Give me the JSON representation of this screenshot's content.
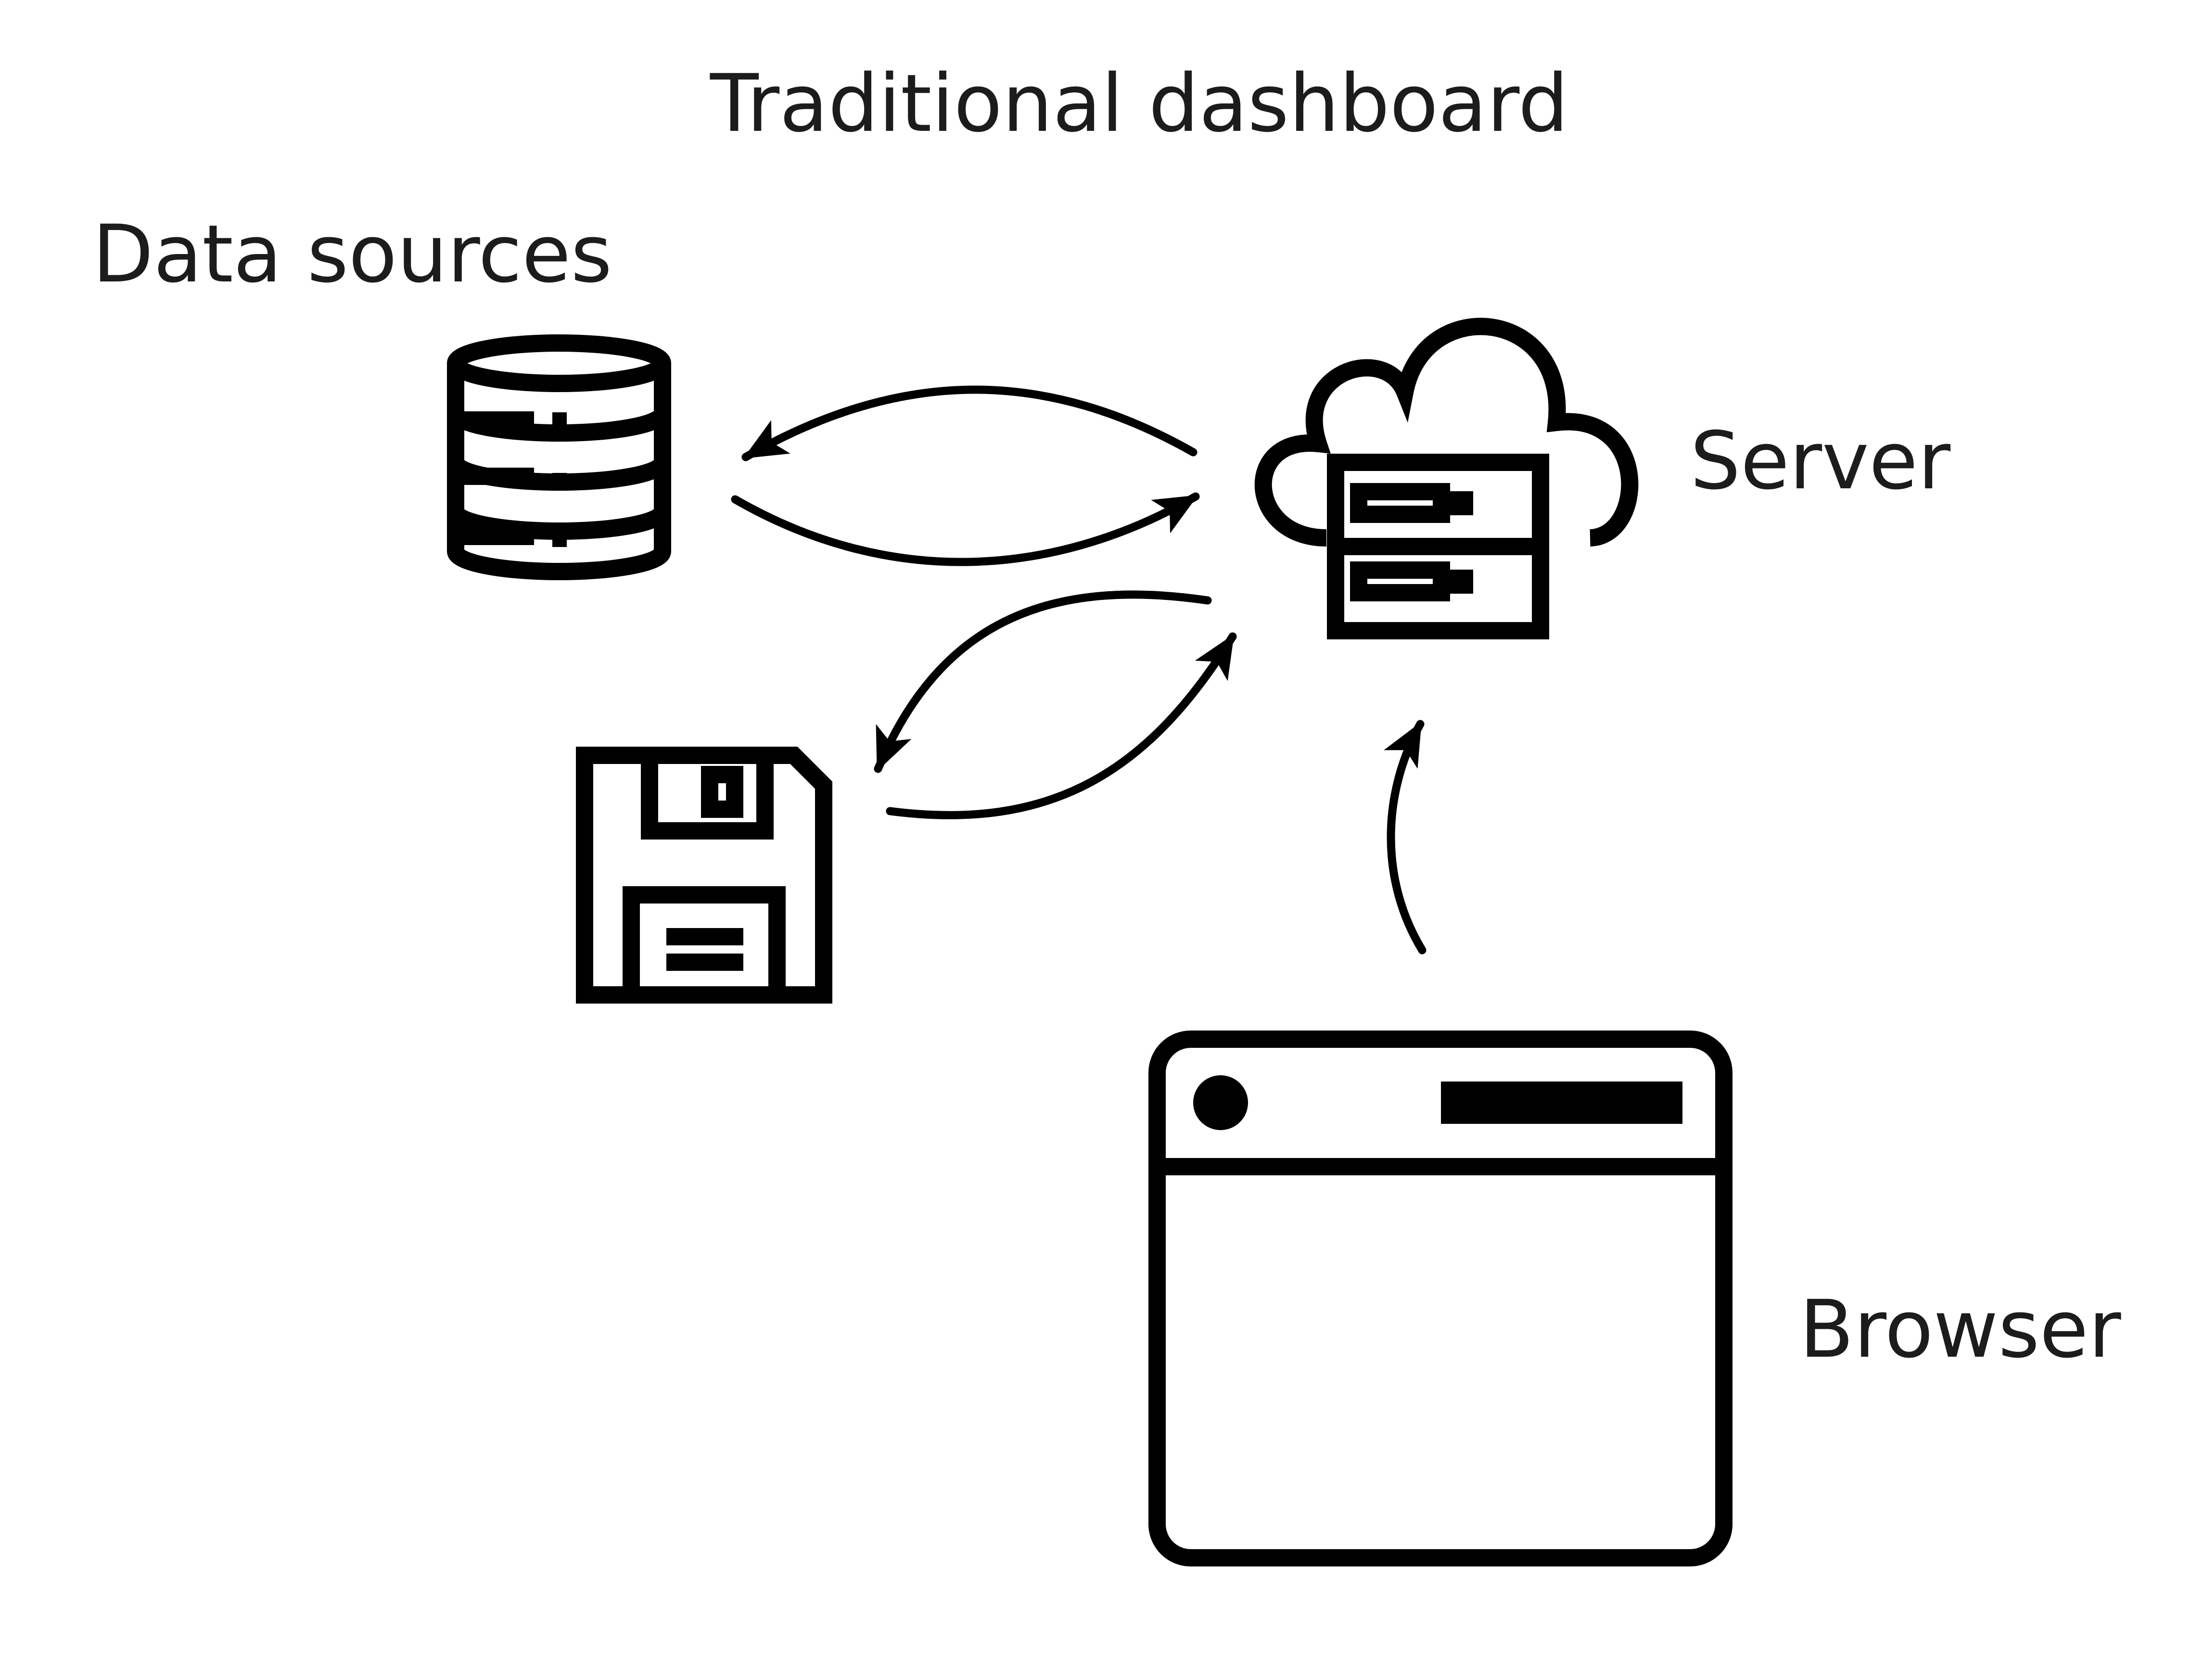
{
  "diagram": {
    "title": "Traditional dashboard",
    "labels": {
      "data_sources": "Data sources",
      "server": "Server",
      "browser": "Browser"
    },
    "icons": {
      "database": "database-icon",
      "floppy": "floppy-disk-icon",
      "server": "cloud-server-icon",
      "browser": "browser-window-icon"
    },
    "colors": {
      "ink": "#000000",
      "text": "#1c1c1c",
      "background": "#ffffff"
    }
  }
}
